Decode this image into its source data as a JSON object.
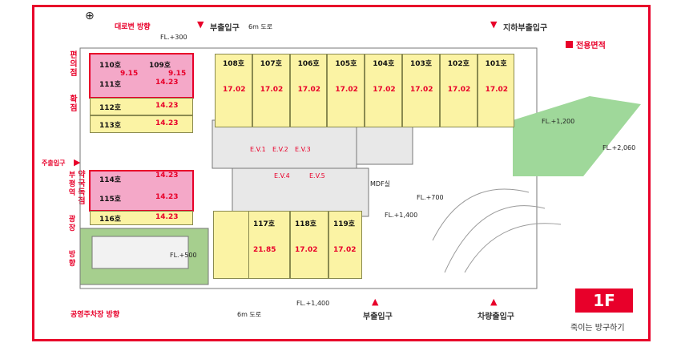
{
  "legend": {
    "label": "전용면적",
    "color": "#e8002a"
  },
  "directions": {
    "top_main_road": "대로변 방향",
    "left_shops": "편의점 확점",
    "left_pharmacy": "약국독점",
    "left_office": "부평역 광장 방향",
    "bottom": "공영주차장 방향",
    "left_entrance": "주출입구"
  },
  "entrances": {
    "top_sub": "부출입구",
    "top_basement": "지하부출입구",
    "bottom_sub": "부출입구",
    "bottom_car": "차량출입구"
  },
  "units_top": [
    {
      "name": "108호",
      "area": "17.02"
    },
    {
      "name": "107호",
      "area": "17.02"
    },
    {
      "name": "106호",
      "area": "17.02"
    },
    {
      "name": "105호",
      "area": "17.02"
    },
    {
      "name": "104호",
      "area": "17.02"
    },
    {
      "name": "103호",
      "area": "17.02"
    },
    {
      "name": "102호",
      "area": "17.02"
    },
    {
      "name": "101호",
      "area": "17.02"
    }
  ],
  "units_left": {
    "u110": {
      "name": "110호",
      "area": "9.15"
    },
    "u109": {
      "name": "109호",
      "area": "9.15"
    },
    "u111": {
      "name": "111호",
      "area": "14.23"
    },
    "u112": {
      "name": "112호",
      "area": "14.23"
    },
    "u113": {
      "name": "113호",
      "area": "14.23"
    },
    "u114": {
      "name": "114호",
      "area": "14.23"
    },
    "u115": {
      "name": "115호",
      "area": "14.23"
    },
    "u116": {
      "name": "116호",
      "area": "14.23"
    }
  },
  "units_bottom": [
    {
      "name": "117호",
      "area": "21.85"
    },
    {
      "name": "118호",
      "area": "17.02"
    },
    {
      "name": "119호",
      "area": "17.02"
    }
  ],
  "labels": {
    "road_top": "6m 도로",
    "road_bottom": "6m 도로",
    "fl_a": "FL.+300",
    "fl_b": "FL.+700",
    "fl_c": "FL.+1,400",
    "fl_d": "FL.+500",
    "fl_e": "FL.+1,400",
    "fl_f": "FL.+1,200",
    "fl_g": "FL.+2,060",
    "mdf": "MDF실",
    "ev1": "E.V.1",
    "ev2": "E.V.2",
    "ev3": "E.V.3",
    "ev4": "E.V.4",
    "ev5": "E.V.5"
  },
  "badge": "1F",
  "watermark": "죽이는 방구하기"
}
